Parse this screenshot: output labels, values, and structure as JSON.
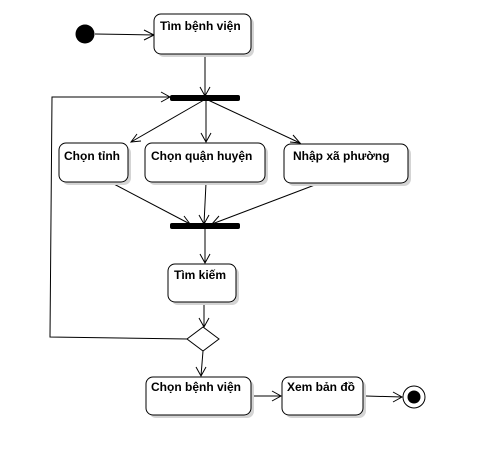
{
  "diagram": {
    "activities": {
      "tim_benh_vien": "Tìm bệnh viện",
      "chon_tinh": "Chọn tỉnh",
      "chon_quan_huyen": "Chọn quận huyện",
      "nhap_xa_phuong": "Nhập xã phường",
      "tim_kiem": "Tìm kiếm",
      "chon_benh_vien": "Chọn bệnh viện",
      "xem_ban_do": "Xem bản đồ"
    }
  }
}
